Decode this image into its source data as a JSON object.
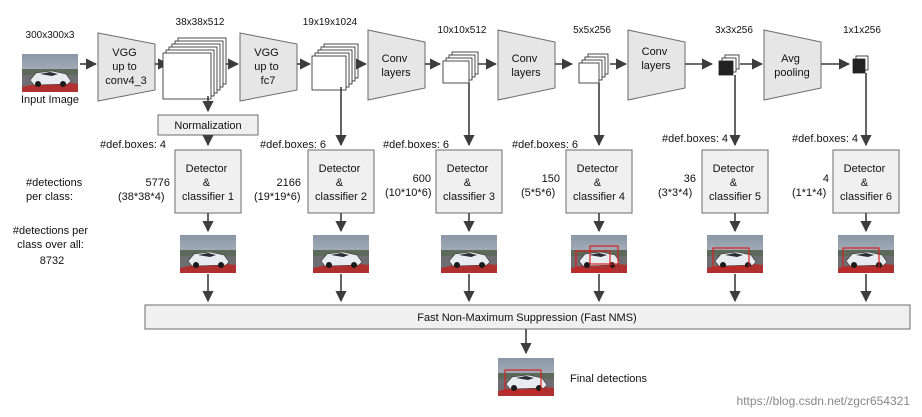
{
  "input": {
    "size": "300x300x3",
    "label": "Input Image"
  },
  "stages": [
    {
      "id": "s1",
      "name_lines": [
        "VGG",
        "up to",
        "conv4_3"
      ]
    },
    {
      "id": "s2",
      "name_lines": [
        "VGG",
        "up to",
        "fc7"
      ]
    },
    {
      "id": "s3",
      "name_lines": [
        "Conv",
        "layers"
      ]
    },
    {
      "id": "s4",
      "name_lines": [
        "Conv",
        "layers"
      ]
    },
    {
      "id": "s5",
      "name_lines": [
        "Conv",
        "layers"
      ]
    },
    {
      "id": "s6",
      "name_lines": [
        "Avg",
        "pooling"
      ]
    }
  ],
  "feature_maps": [
    {
      "size": "38x38x512"
    },
    {
      "size": "19x19x1024"
    },
    {
      "size": "10x10x512"
    },
    {
      "size": "5x5x256"
    },
    {
      "size": "3x3x256"
    },
    {
      "size": "1x1x256"
    }
  ],
  "normalization": "Normalization",
  "detectors": [
    {
      "def_boxes": "#def.boxes: 4",
      "lines": [
        "Detector",
        "&",
        "classifier 1"
      ],
      "count": "5776",
      "formula": "(38*38*4)"
    },
    {
      "def_boxes": "#def.boxes: 6",
      "lines": [
        "Detector",
        "&",
        "classifier 2"
      ],
      "count": "2166",
      "formula": "(19*19*6)"
    },
    {
      "def_boxes": "#def.boxes: 6",
      "lines": [
        "Detector",
        "&",
        "classifier 3"
      ],
      "count": "600",
      "formula": "(10*10*6)"
    },
    {
      "def_boxes": "#def.boxes: 6",
      "lines": [
        "Detector",
        "&",
        "classifier 4"
      ],
      "count": "150",
      "formula": "(5*5*6)"
    },
    {
      "def_boxes": "#def.boxes: 4",
      "lines": [
        "Detector",
        "&",
        "classifier 5"
      ],
      "count": "36",
      "formula": "(3*3*4)"
    },
    {
      "def_boxes": "#def.boxes: 4",
      "lines": [
        "Detector",
        "&",
        "classifier 6"
      ],
      "count": "4",
      "formula": "(1*1*4)"
    }
  ],
  "labels": {
    "det_per_class": [
      "#detections",
      "per class:"
    ],
    "det_overall": [
      "#detections per",
      "class over all:",
      "8732"
    ],
    "nms": "Fast Non-Maximum  Suppression (Fast NMS)",
    "final": "Final detections",
    "watermark": "https://blog.csdn.net/zgcr654321"
  },
  "colors": {
    "block": "#e6e6e6",
    "stroke": "#6b6b6b",
    "box_highlight": "#d62020"
  }
}
